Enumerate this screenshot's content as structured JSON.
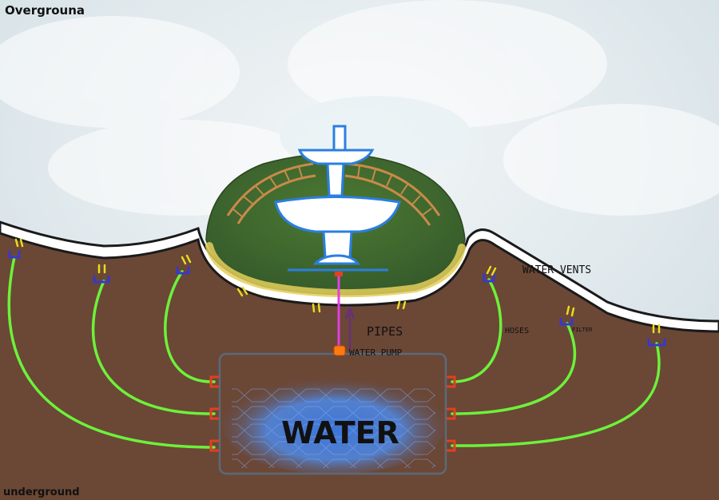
{
  "labels": {
    "overground": "Overgrouna",
    "underground": "underground",
    "water_vents": "WATER VENTS",
    "pipes": "PIPES",
    "water_pump": "WATER PUMP",
    "hoses": "HOSES",
    "filter": "FILTER",
    "water": "WATER"
  },
  "colors": {
    "soil": "#6b4736",
    "grass": "#3f6b2a",
    "grass_edge": "#e3cf5a",
    "sky": "#e6eef1",
    "hose": "#6cf23a",
    "filter": "#3838c9",
    "vent_mark": "#e8dc1e",
    "connector": "#e2401e",
    "pump": "#ff7a10",
    "pipe": "#d63bd6",
    "fountain": "#2a7fe0",
    "tank_water": "#3a78e0",
    "trellis": "#c98a4a"
  },
  "icons": [
    "fountain-icon",
    "trellis-icon",
    "filter-icon",
    "pump-icon",
    "tank-icon"
  ]
}
